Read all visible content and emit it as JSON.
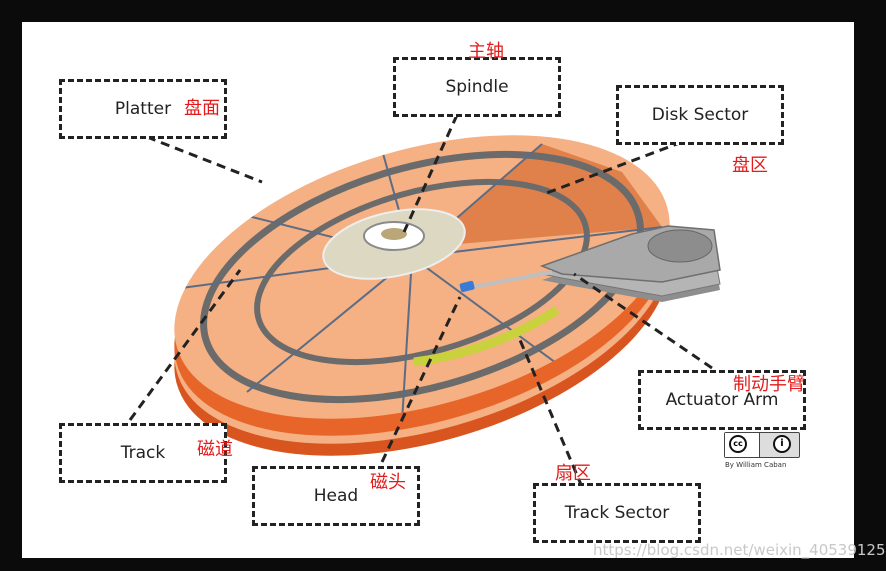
{
  "labels": {
    "platter": "Platter",
    "spindle": "Spindle",
    "disk_sector": "Disk Sector",
    "track": "Track",
    "head": "Head",
    "track_sector": "Track Sector",
    "actuator_arm": "Actuator Arm"
  },
  "labels_cn": {
    "platter": "盘面",
    "spindle": "主轴",
    "disk_sector": "盘区",
    "track": "磁道",
    "head": "磁头",
    "track_sector": "扇区",
    "actuator_arm": "制动手臂"
  },
  "license": {
    "badge_left": "cc",
    "badge_right": "i",
    "byline": "By William Caban"
  },
  "watermark": "https://blog.csdn.net/weixin_40539125",
  "colors": {
    "platter_orange": "#f5b083",
    "platter_side": "#e8652a",
    "track_gray": "#6b6b6b",
    "sector_dark": "#e0804a",
    "track_sector_yellow": "#c9d23c",
    "spindle_hub": "#ddd8c2",
    "arm_gray": "#a9a9a9",
    "annotation_red": "#e31b1b"
  }
}
